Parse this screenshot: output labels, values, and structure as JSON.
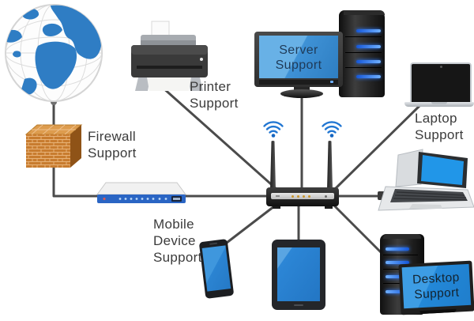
{
  "diagram": {
    "type": "network-support-diagram",
    "nodes": [
      "internet-globe",
      "firewall",
      "network-switch",
      "printer",
      "server-monitor",
      "server-tower",
      "laptop",
      "notebook-laptop",
      "wireless-router",
      "smartphone",
      "tablet",
      "desktop-tower",
      "desktop-monitor"
    ],
    "connections": [
      {
        "from": "internet-globe",
        "to": "firewall"
      },
      {
        "from": "firewall",
        "to": "network-switch"
      },
      {
        "from": "network-switch",
        "to": "wireless-router"
      },
      {
        "from": "wireless-router",
        "to": "server-monitor"
      },
      {
        "from": "wireless-router",
        "to": "printer"
      },
      {
        "from": "wireless-router",
        "to": "laptop"
      },
      {
        "from": "wireless-router",
        "to": "notebook-laptop"
      },
      {
        "from": "wireless-router",
        "to": "desktop-tower"
      },
      {
        "from": "wireless-router",
        "to": "smartphone"
      },
      {
        "from": "wireless-router",
        "to": "tablet"
      }
    ]
  },
  "labels": {
    "firewall": [
      "Firewall",
      "Support"
    ],
    "printer": [
      "Printer",
      "Support"
    ],
    "laptop": [
      "Laptop",
      "Support"
    ],
    "mobile": [
      "Mobile",
      "Device",
      "Support"
    ],
    "server_screen": [
      "Server",
      "Support"
    ],
    "desktop_screen": [
      "Desktop",
      "Support"
    ]
  },
  "colors": {
    "land_blue": "#2f7dc4",
    "screen_blue": "#3a8ed4",
    "led_blue": "#2f7df0",
    "wifi_blue": "#2176d2",
    "brick_orange": "#c87c2f",
    "switch_blue": "#2a65c4",
    "line_gray": "#4b4b4b",
    "text_dark": "#3b3b3b"
  }
}
